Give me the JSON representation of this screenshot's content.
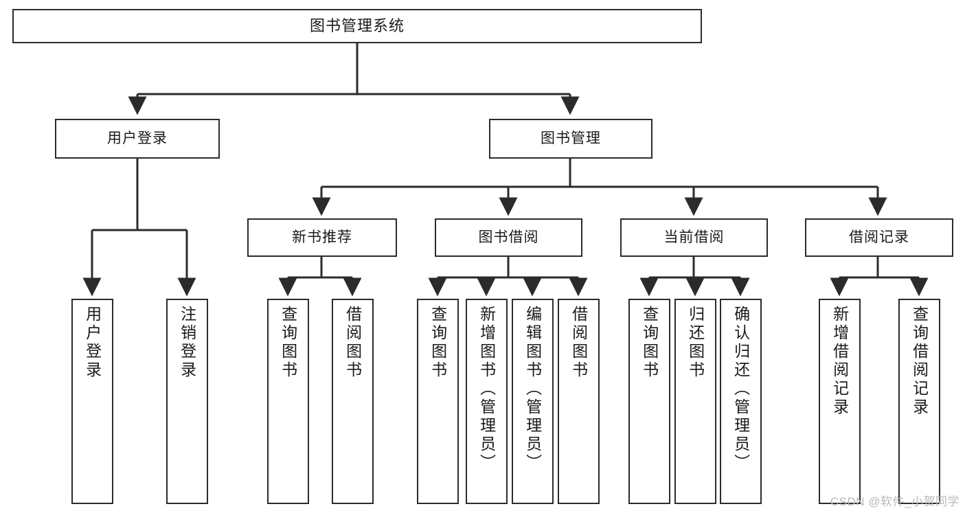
{
  "diagram": {
    "type": "tree",
    "title": "图书管理系统",
    "watermark": "CSDN @软件_小贺同学",
    "colors": {
      "box_border": "#2b2b2b",
      "box_fill": "#ffffff",
      "connector": "#2b2b2b",
      "text": "#1a1a1a",
      "watermark": "#b8b8b8",
      "background": "#ffffff"
    },
    "nodes": {
      "root": {
        "label": "图书管理系统"
      },
      "level1": [
        {
          "id": "user-login",
          "label": "用户登录"
        },
        {
          "id": "book-management",
          "label": "图书管理"
        }
      ],
      "level2": [
        {
          "id": "new-book-recommend",
          "label": "新书推荐"
        },
        {
          "id": "book-borrow",
          "label": "图书借阅"
        },
        {
          "id": "current-borrow",
          "label": "当前借阅"
        },
        {
          "id": "borrow-record",
          "label": "借阅记录"
        }
      ],
      "leaves": {
        "user-login": [
          {
            "id": "leaf-user-login",
            "label": "用户登录"
          },
          {
            "id": "leaf-logout-login",
            "label": "注销登录"
          }
        ],
        "new-book-recommend": [
          {
            "id": "leaf-query-book-1",
            "label": "查询图书"
          },
          {
            "id": "leaf-borrow-book-1",
            "label": "借阅图书"
          }
        ],
        "book-borrow": [
          {
            "id": "leaf-query-book-2",
            "label": "查询图书"
          },
          {
            "id": "leaf-add-book",
            "label": "新增图书（管理员）"
          },
          {
            "id": "leaf-edit-book",
            "label": "编辑图书（管理员）"
          },
          {
            "id": "leaf-borrow-book-2",
            "label": "借阅图书"
          }
        ],
        "current-borrow": [
          {
            "id": "leaf-query-book-3",
            "label": "查询图书"
          },
          {
            "id": "leaf-return-book",
            "label": "归还图书"
          },
          {
            "id": "leaf-confirm-return",
            "label": "确认归还（管理员）"
          }
        ],
        "borrow-record": [
          {
            "id": "leaf-add-record",
            "label": "新增借阅记录"
          },
          {
            "id": "leaf-query-record",
            "label": "查询借阅记录"
          }
        ]
      }
    }
  }
}
